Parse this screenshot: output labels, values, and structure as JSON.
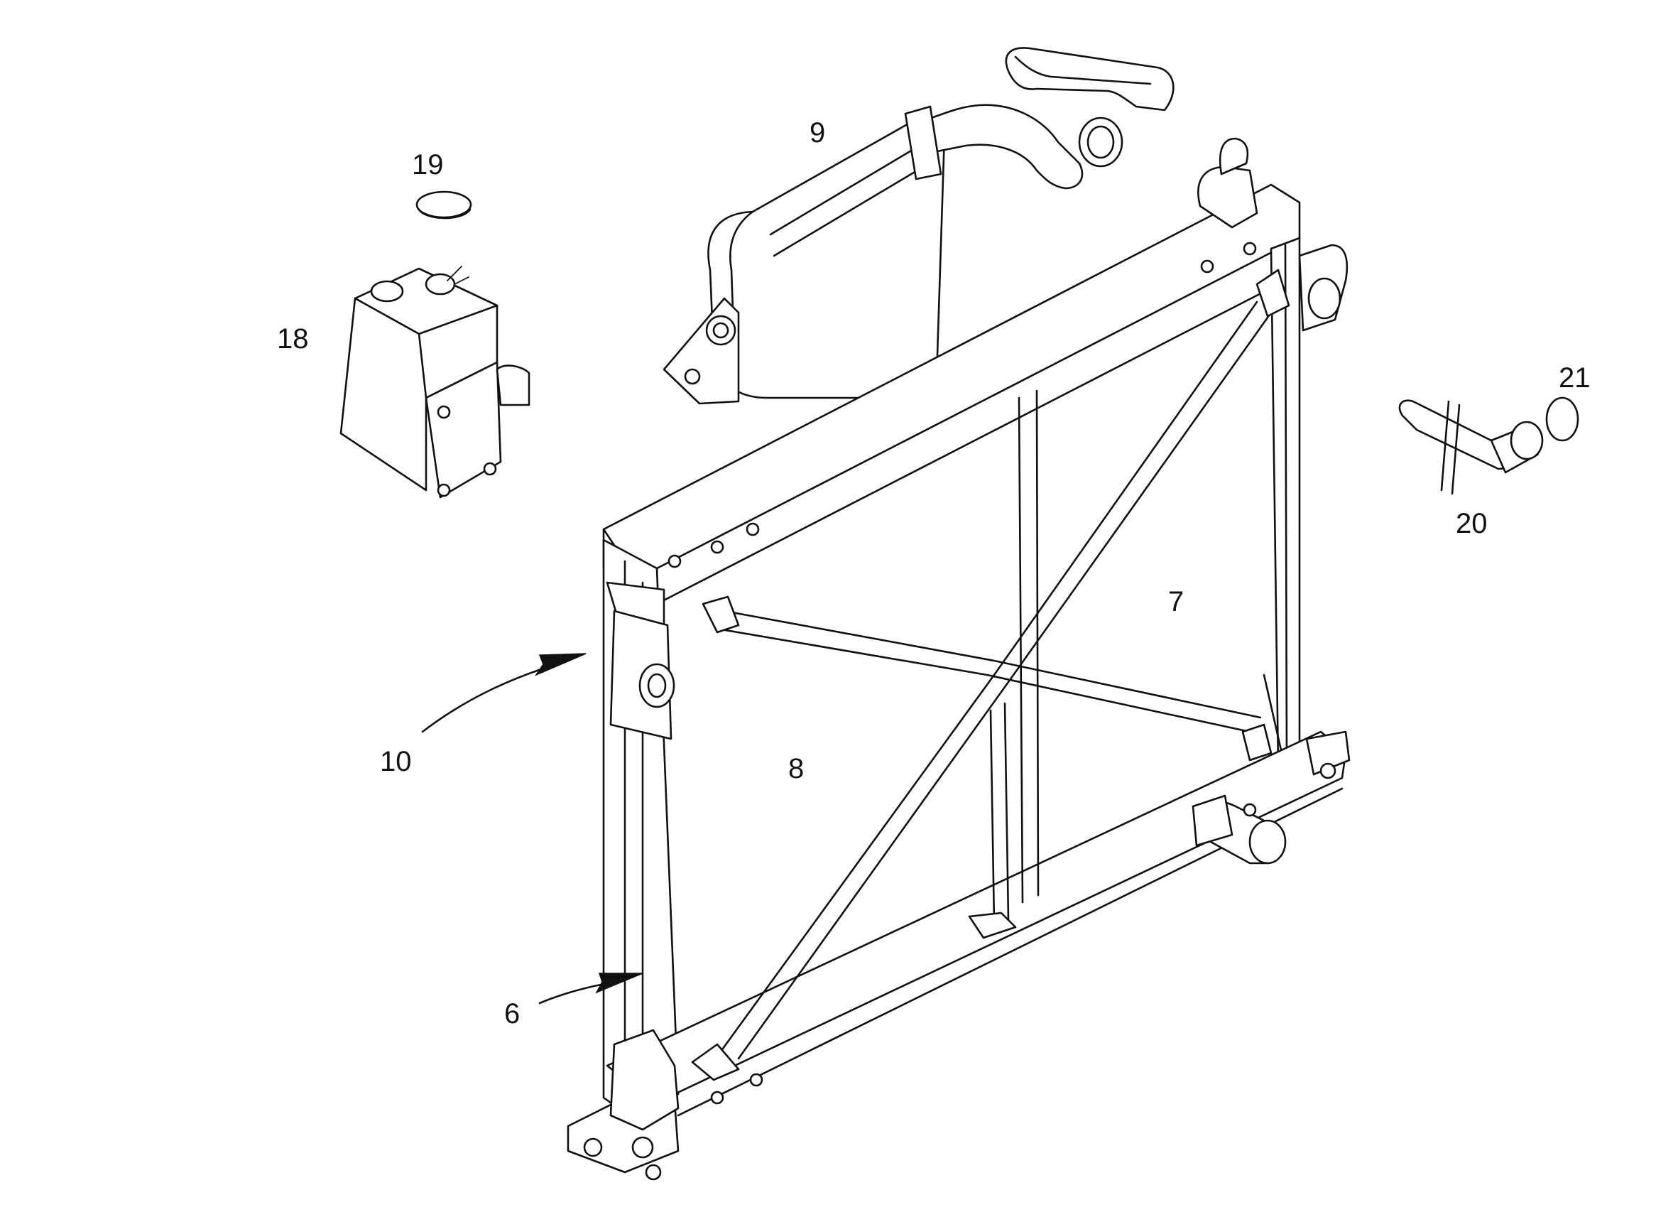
{
  "callouts": [
    {
      "id": "6",
      "text": "6"
    },
    {
      "id": "7",
      "text": "7"
    },
    {
      "id": "8",
      "text": "8"
    },
    {
      "id": "9",
      "text": "9"
    },
    {
      "id": "10",
      "text": "10"
    },
    {
      "id": "18",
      "text": "18"
    },
    {
      "id": "19",
      "text": "19"
    },
    {
      "id": "20",
      "text": "20"
    },
    {
      "id": "21",
      "text": "21"
    }
  ],
  "colors": {
    "line": "#111111",
    "background": "#ffffff"
  }
}
